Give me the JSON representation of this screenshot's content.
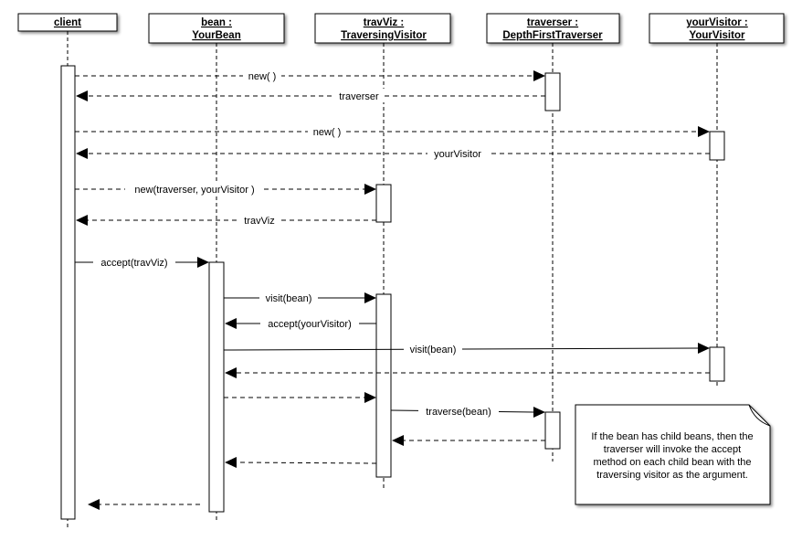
{
  "participants": [
    {
      "id": "client",
      "line1": "client",
      "line2": ""
    },
    {
      "id": "bean",
      "line1": "bean :",
      "line2": "YourBean"
    },
    {
      "id": "travViz",
      "line1": "travViz :",
      "line2": "TraversingVisitor"
    },
    {
      "id": "traverser",
      "line1": "traverser :",
      "line2": "DepthFirstTraverser"
    },
    {
      "id": "yourVisitor",
      "line1": "yourVisitor :",
      "line2": "YourVisitor"
    }
  ],
  "messages": [
    {
      "label": "new( )",
      "from": "client",
      "to": "traverser",
      "kind": "call-dashed"
    },
    {
      "label": "traverser",
      "from": "traverser",
      "to": "client",
      "kind": "return"
    },
    {
      "label": "new( )",
      "from": "client",
      "to": "yourVisitor",
      "kind": "call-dashed"
    },
    {
      "label": "yourVisitor",
      "from": "yourVisitor",
      "to": "client",
      "kind": "return"
    },
    {
      "label": "new(traverser, yourVisitor )",
      "from": "client",
      "to": "travViz",
      "kind": "call-dashed"
    },
    {
      "label": "travViz",
      "from": "travViz",
      "to": "client",
      "kind": "return"
    },
    {
      "label": "accept(travViz)",
      "from": "client",
      "to": "bean",
      "kind": "call"
    },
    {
      "label": "visit(bean)",
      "from": "bean",
      "to": "travViz",
      "kind": "call"
    },
    {
      "label": "accept(yourVisitor)",
      "from": "travViz",
      "to": "bean",
      "kind": "call"
    },
    {
      "label": "visit(bean)",
      "from": "bean",
      "to": "yourVisitor",
      "kind": "call"
    },
    {
      "label": "",
      "from": "yourVisitor",
      "to": "bean",
      "kind": "return"
    },
    {
      "label": "",
      "from": "bean",
      "to": "travViz",
      "kind": "return"
    },
    {
      "label": "traverse(bean)",
      "from": "travViz",
      "to": "traverser",
      "kind": "call"
    },
    {
      "label": "",
      "from": "traverser",
      "to": "travViz",
      "kind": "return"
    },
    {
      "label": "",
      "from": "travViz",
      "to": "bean",
      "kind": "return"
    },
    {
      "label": "",
      "from": "bean",
      "to": "client",
      "kind": "return"
    }
  ],
  "note": {
    "lines": [
      "If the bean has child beans, then the",
      "traverser will invoke the accept",
      "method on each child bean with the",
      "traversing visitor as the argument."
    ]
  }
}
